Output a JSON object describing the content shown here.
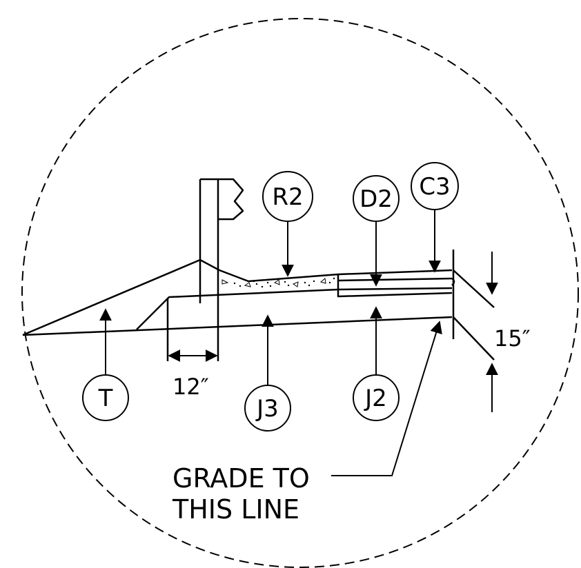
{
  "callouts": {
    "r2": "R2",
    "d2": "D2",
    "c3": "C3",
    "t": "T",
    "j3": "J3",
    "j2": "J2"
  },
  "dimensions": {
    "width": "12″",
    "depth": "15″"
  },
  "note": {
    "line1": "GRADE TO",
    "line2": "THIS LINE"
  }
}
